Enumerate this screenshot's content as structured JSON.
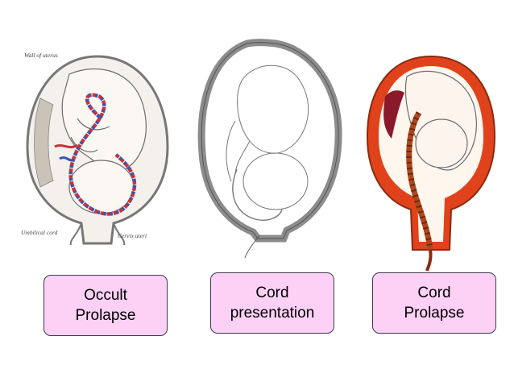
{
  "panels": [
    {
      "id": "occult",
      "label_lines": [
        "Occult",
        "Prolapse"
      ],
      "annotations": {
        "wall": "Wall of uterus",
        "cord": "Umbilical cord",
        "cervix": "Cervix uteri"
      }
    },
    {
      "id": "presentation",
      "label_lines": [
        "Cord",
        "presentation"
      ]
    },
    {
      "id": "prolapse",
      "label_lines": [
        "Cord",
        "Prolapse"
      ]
    }
  ],
  "colors": {
    "label_fill": "#fdd0f6",
    "cord_red": "#c8323a",
    "cord_blue": "#3a55b0",
    "uterus_gray": "#8c8c8c",
    "uterus_orange": "#e0431b"
  }
}
